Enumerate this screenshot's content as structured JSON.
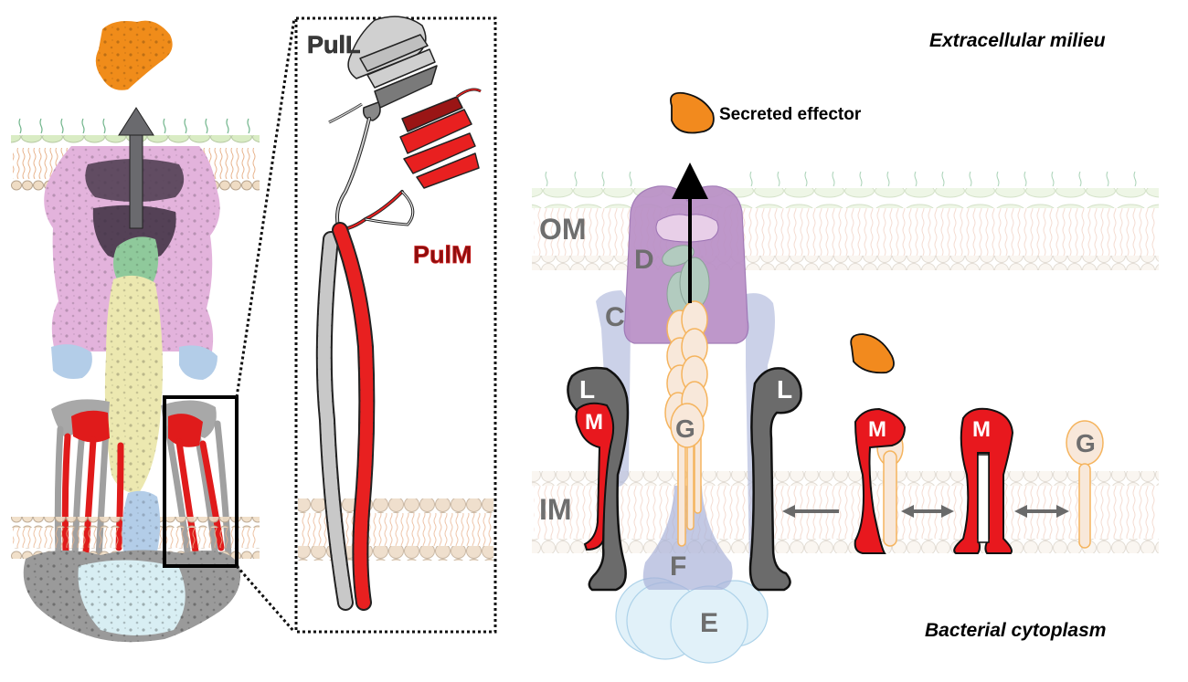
{
  "figure": {
    "left_panel": {
      "description": "cryo-EM surface model of type II secretion system",
      "secreted_protein_color": "#f08c1a",
      "colors": {
        "secretin": "#e3b3dc",
        "pseudopilus_tip": "#8fc99b",
        "pseudopilus": "#ece8b0",
        "pilot": "#b3cde8",
        "L": "#a8a8a8",
        "M": "#e01b1b",
        "atpase": "#d8eef3"
      }
    },
    "inset_panel": {
      "labels": {
        "pull": "PulL",
        "pulm": "PulM"
      },
      "colors": {
        "pull": "#c8c8c8",
        "pulm": "#e82020",
        "pulm_text": "#8b0e0e"
      }
    },
    "schematic": {
      "region_labels": {
        "top": "Extracellular milieu",
        "bottom": "Bacterial cytoplasm"
      },
      "membrane_labels": {
        "outer": "OM",
        "inner": "IM"
      },
      "effector_label": "Secreted effector",
      "component_labels": {
        "C": "C",
        "D": "D",
        "E": "E",
        "F": "F",
        "G": "G",
        "L": "L",
        "M": "M"
      },
      "colors": {
        "effector": "#f28a1e",
        "D": "#b98fc6",
        "C": "#a9b2d8",
        "G": "#f8e8da",
        "G_outline": "#f5b45e",
        "E": "#dceff8",
        "L": "#6b6b6b",
        "M": "#e8181e",
        "label_gray": "#6e6e6e",
        "arrow": "#6a6a6a"
      }
    }
  }
}
